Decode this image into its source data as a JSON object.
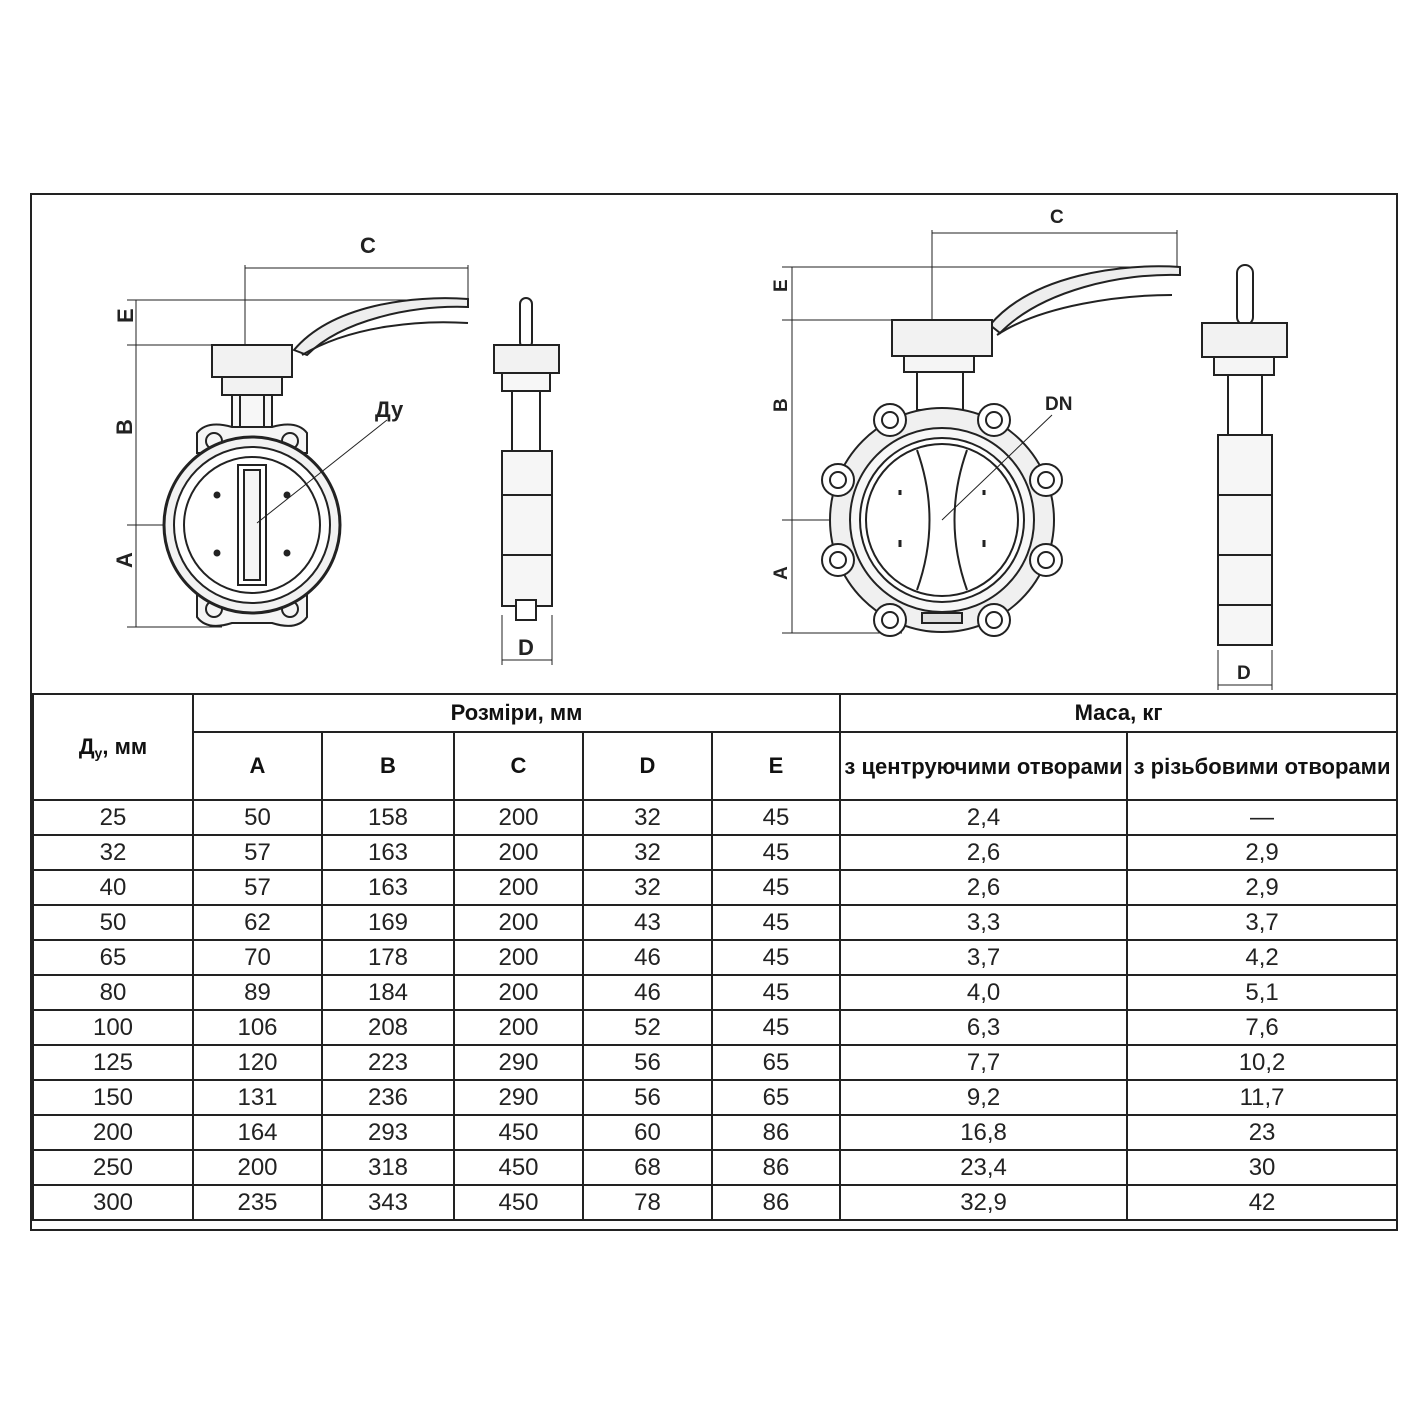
{
  "drawings": {
    "left": {
      "labels": {
        "c": "C",
        "e": "E",
        "b": "B",
        "a": "A",
        "d": "D",
        "dn": "Ду"
      }
    },
    "right": {
      "labels": {
        "c": "C",
        "e": "E",
        "b": "B",
        "a": "A",
        "d": "D",
        "dn": "DN"
      }
    }
  },
  "table": {
    "header": {
      "dn_main": "Д",
      "dn_sub": "у",
      "dn_unit": ", мм",
      "dimensions": "Розміри, мм",
      "mass": "Маса, кг",
      "columns": [
        "A",
        "B",
        "C",
        "D",
        "E"
      ],
      "mass_centering": "з центруючими отворами",
      "mass_threaded": "з різьбовими отворами"
    },
    "rows": [
      [
        "25",
        "50",
        "158",
        "200",
        "32",
        "45",
        "2,4",
        "—"
      ],
      [
        "32",
        "57",
        "163",
        "200",
        "32",
        "45",
        "2,6",
        "2,9"
      ],
      [
        "40",
        "57",
        "163",
        "200",
        "32",
        "45",
        "2,6",
        "2,9"
      ],
      [
        "50",
        "62",
        "169",
        "200",
        "43",
        "45",
        "3,3",
        "3,7"
      ],
      [
        "65",
        "70",
        "178",
        "200",
        "46",
        "45",
        "3,7",
        "4,2"
      ],
      [
        "80",
        "89",
        "184",
        "200",
        "46",
        "45",
        "4,0",
        "5,1"
      ],
      [
        "100",
        "106",
        "208",
        "200",
        "52",
        "45",
        "6,3",
        "7,6"
      ],
      [
        "125",
        "120",
        "223",
        "290",
        "56",
        "65",
        "7,7",
        "10,2"
      ],
      [
        "150",
        "131",
        "236",
        "290",
        "56",
        "65",
        "9,2",
        "11,7"
      ],
      [
        "200",
        "164",
        "293",
        "450",
        "60",
        "86",
        "16,8",
        "23"
      ],
      [
        "250",
        "200",
        "318",
        "450",
        "68",
        "86",
        "23,4",
        "30"
      ],
      [
        "300",
        "235",
        "343",
        "450",
        "78",
        "86",
        "32,9",
        "42"
      ]
    ]
  }
}
